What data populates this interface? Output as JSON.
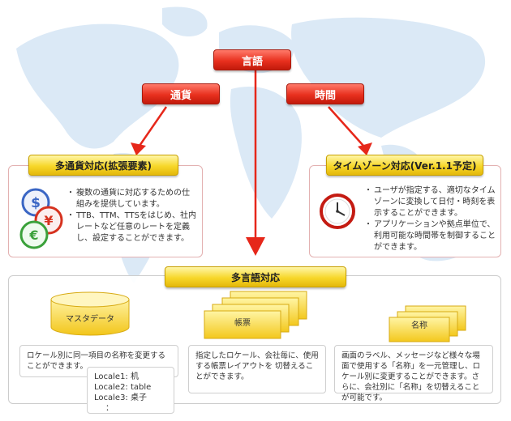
{
  "top_buttons": {
    "language": "言語",
    "currency": "通貨",
    "time": "時間"
  },
  "multi_currency": {
    "title": "多通貨対応(拡張要素)",
    "bullets": [
      "複数の通貨に対応するための仕組みを提供しています。",
      "TTB、TTM、TTSをはじめ、社内レートなど任意のレートを定義し、設定することができます。"
    ],
    "coin_symbols": [
      "$",
      "¥",
      "€"
    ],
    "coin_colors": [
      "#3a66c4",
      "#d6321f",
      "#3aa13a"
    ]
  },
  "timezone": {
    "title": "タイムゾーン対応(Ver.1.1予定)",
    "bullets": [
      "ユーザが指定する、適切なタイムゾーンに変換して日付・時刻を表示することができます。",
      "アプリケーションや拠点単位で、利用可能な時間帯を制御することができます。"
    ],
    "icon": "clock-icon"
  },
  "multi_language": {
    "title": "多言語対応",
    "master": {
      "label": "マスタデータ",
      "desc": "ロケール別に同一項目の名称を変更することができます。",
      "locales": [
        "Locale1: 机",
        "Locale2: table",
        "Locale3: 桌子",
        "："
      ]
    },
    "form": {
      "label": "帳票",
      "desc": "指定したロケール、会社毎に、使用する帳票レイアウトを 切替えることができます。"
    },
    "name": {
      "label": "名称",
      "desc": "画面のラベル、メッセージなど様々な場面で使用する「名称」を一元管理し、ロケール別に変更することができます。さらに、会社別に「名称」を切替えることが可能です。"
    }
  },
  "colors": {
    "arrow": "#e6271a",
    "map": "#d9e8f5"
  }
}
